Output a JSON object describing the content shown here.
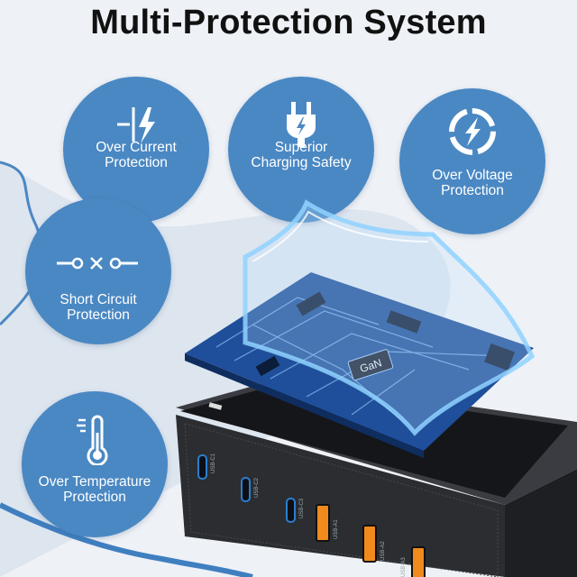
{
  "title": "Multi-Protection System",
  "features": [
    {
      "icon": "current-breaker-icon",
      "label_line1": "Over Current",
      "label_line2": "Protection"
    },
    {
      "icon": "plug-bolt-icon",
      "label_line1": "Superior",
      "label_line2": "Charging Safety"
    },
    {
      "icon": "circle-bolt-icon",
      "label_line1": "Over Voltage",
      "label_line2": "Protection"
    },
    {
      "icon": "open-switch-icon",
      "label_line1": "Short Circuit",
      "label_line2": "Protection"
    },
    {
      "icon": "thermometer-icon",
      "label_line1": "Over Temperature",
      "label_line2": "Protection"
    }
  ],
  "chip_label": "GaN",
  "ports": [
    "USB-C1",
    "USB-C2",
    "USB-C3",
    "USB-A1",
    "USB-A2",
    "USB-A3"
  ],
  "colors": {
    "circle": "#4a88c3",
    "background": "#eef1f6",
    "pcb": "#1f4f9a",
    "charger": "#2b2d31",
    "usb_c": "#2a7fd0",
    "usb_a": "#f08a1c"
  }
}
